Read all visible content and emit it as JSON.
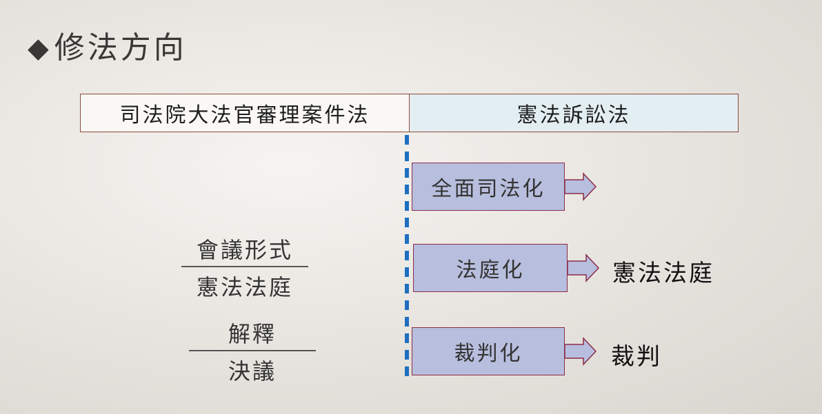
{
  "title": {
    "marker": "◆",
    "text": "修法方向"
  },
  "header": {
    "left": "司法院大法官審理案件法",
    "right": "憲法訴訟法"
  },
  "flows": [
    {
      "label": "全面司法化",
      "result": ""
    },
    {
      "label": "法庭化",
      "result": "憲法法庭"
    },
    {
      "label": "裁判化",
      "result": "裁判"
    }
  ],
  "comparisons": [
    {
      "old": "會議形式",
      "new": "憲法法庭"
    },
    {
      "old": "解釋",
      "new": "決議"
    }
  ],
  "colors": {
    "divider": "#1f6fc0",
    "box_fill": "#b8bedd",
    "box_border": "#8a2b4a",
    "header_right_fill": "#e3eef3"
  }
}
